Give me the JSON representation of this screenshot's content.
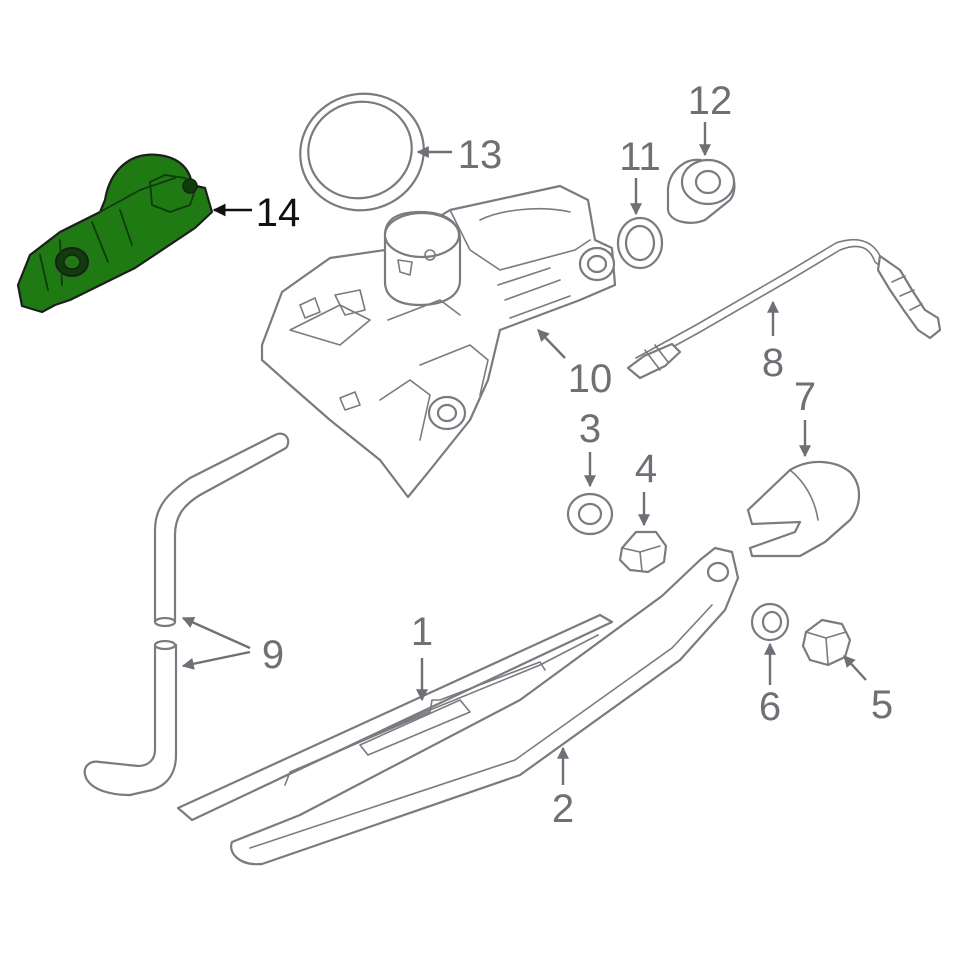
{
  "colors": {
    "highlight": "#1f7a14",
    "line": "#7a7a80",
    "label": "#6f6f75",
    "highlight_label": "#111111"
  },
  "callouts": {
    "c1": "1",
    "c2": "2",
    "c3": "3",
    "c4": "4",
    "c5": "5",
    "c6": "6",
    "c7": "7",
    "c8": "8",
    "c9": "9",
    "c10": "10",
    "c11": "11",
    "c12": "12",
    "c13": "13",
    "c14": "14"
  },
  "highlighted_part": "14"
}
